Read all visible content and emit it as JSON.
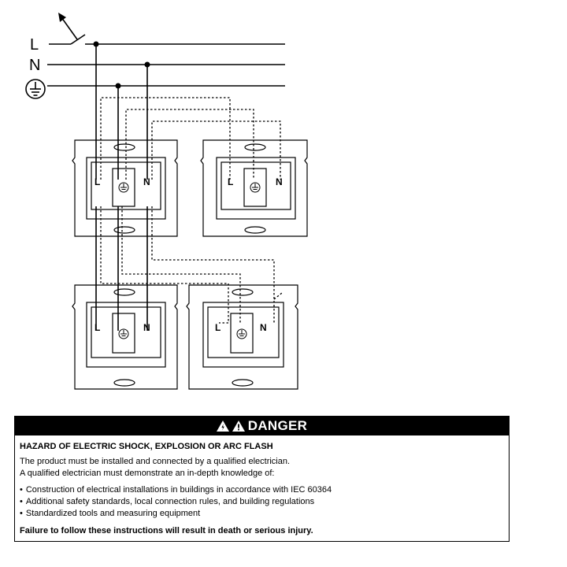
{
  "diagram": {
    "line_labels": {
      "phase": "L",
      "neutral": "N"
    },
    "earth_symbol": "protective-earth-icon",
    "devices": [
      {
        "id": "socket-top-left",
        "left_terminal": "L",
        "right_terminal": "N"
      },
      {
        "id": "socket-top-right",
        "left_terminal": "L",
        "right_terminal": "N"
      },
      {
        "id": "socket-bottom-left",
        "left_terminal": "L",
        "right_terminal": "N"
      },
      {
        "id": "socket-bottom-right",
        "left_terminal": "L",
        "right_terminal": "N"
      }
    ],
    "colors": {
      "line": "#000000",
      "background": "#ffffff"
    }
  },
  "warning": {
    "signal_word": "DANGER",
    "hazard_title": "HAZARD OF ELECTRIC SHOCK, EXPLOSION OR ARC FLASH",
    "intro_lines": [
      "The product must be installed and connected by a qualified electrician.",
      "A qualified electrician must demonstrate an in-depth knowledge of:"
    ],
    "bullets": [
      "Construction of electrical installations in buildings in accordance with IEC 60364",
      "Additional safety standards, local connection rules, and building regulations",
      "Standardized tools and measuring equipment"
    ],
    "consequence": "Failure to follow these instructions will result in death or serious injury.",
    "icons": [
      "electric-hazard-icon",
      "warning-triangle-icon"
    ],
    "colors": {
      "header_bg": "#000000",
      "header_text": "#ffffff"
    }
  }
}
